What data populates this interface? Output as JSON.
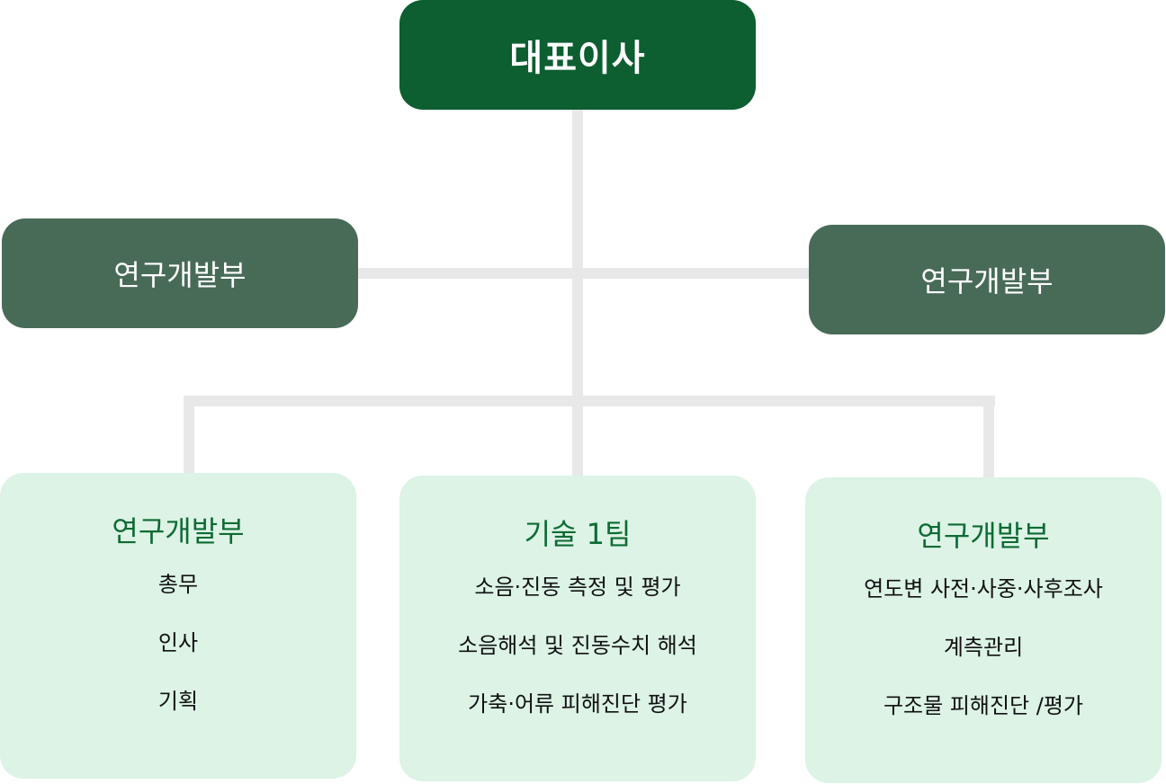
{
  "ceo": {
    "label": "대표이사"
  },
  "middle": [
    {
      "label": "연구개발부"
    },
    {
      "label": "연구개발부"
    }
  ],
  "teams": [
    {
      "title": "연구개발부",
      "items": [
        "총무",
        "인사",
        "기획"
      ]
    },
    {
      "title": "기술 1팀",
      "items": [
        "소음·진동 측정 및 평가",
        "소음해석 및 진동수치 해석",
        "가축·어류 피해진단 평가"
      ]
    },
    {
      "title": "연구개발부",
      "items": [
        "연도변 사전·사중·사후조사",
        "계측관리",
        "구조물 피해진단 /평가"
      ]
    }
  ],
  "colors": {
    "ceo": "#0d5e30",
    "middle": "#486b58",
    "team_bg": "#dcf3e6",
    "team_title": "#0d6b33",
    "connector": "#e8e8e8"
  }
}
